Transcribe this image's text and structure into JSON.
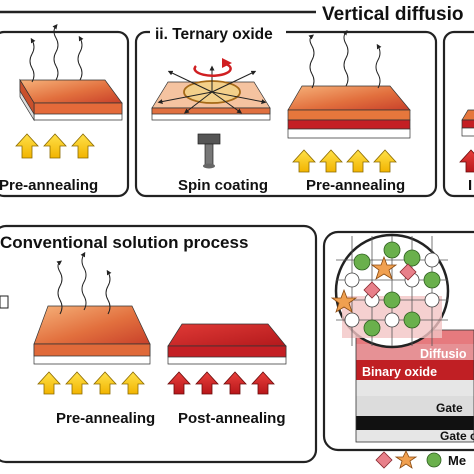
{
  "header": {
    "title": "Vertical diffusio"
  },
  "panel_ternary": {
    "title": "ii. Ternary oxide"
  },
  "top_left": {
    "step_pre_annealing": "Pre-annealing"
  },
  "top_mid": {
    "step_spin_coating": "Spin coating",
    "step_pre_annealing": "Pre-annealing"
  },
  "top_right": {
    "partial_text": "I"
  },
  "conventional": {
    "title": "Conventional solution process",
    "step_pre_annealing": "Pre-annealing",
    "step_post_annealing": "Post-annealing"
  },
  "inset": {
    "diffusion_label": "Diffusio",
    "binary_oxide_label": "Binary oxide",
    "gate_label": "Gate",
    "gate_oxide_label": "Gate o",
    "legend_me_label": "Me"
  },
  "colors": {
    "film_light": "#f0a060",
    "film_dark": "#c8402a",
    "film_red": "#c41f24",
    "arrow_yellow": "#f7c600",
    "arrow_red": "#d01f22",
    "panel_border": "#222222",
    "particle_green": "#6ab04c",
    "particle_orange": "#f0a050",
    "particle_pink": "#e8808a"
  },
  "icons": [
    "heat-wave-arrow-icon",
    "up-arrow-icon",
    "spin-rotation-icon",
    "star-icon",
    "diamond-icon",
    "circle-icon"
  ]
}
